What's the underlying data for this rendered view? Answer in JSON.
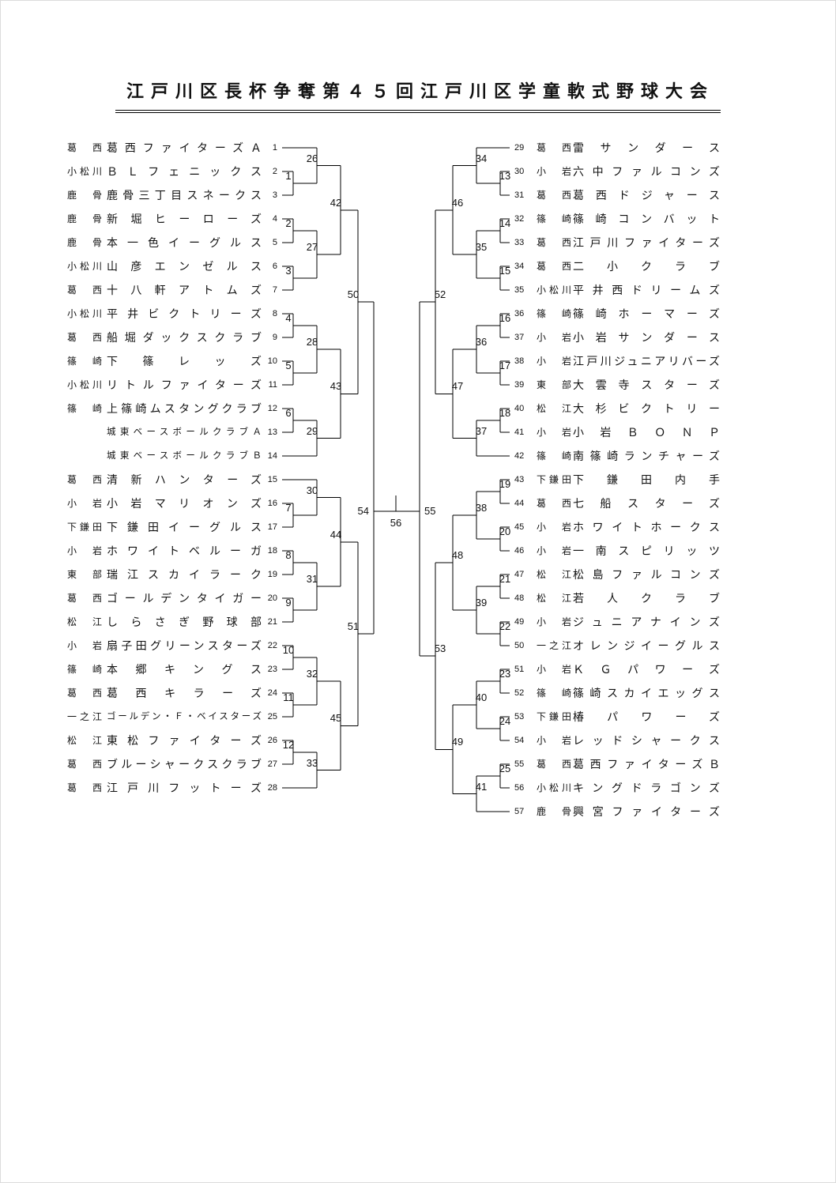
{
  "title": "江戸川区長杯争奪第４５回江戸川区学童軟式野球大会",
  "colors": {
    "ink": "#111111",
    "line": "#000000"
  },
  "teams": [
    {
      "seed": 1,
      "district": "葛西",
      "name": "葛西ファイターズＡ"
    },
    {
      "seed": 2,
      "district": "小松川",
      "name": "ＢＬフェニックス"
    },
    {
      "seed": 3,
      "district": "鹿骨",
      "name": "鹿骨三丁目スネークス"
    },
    {
      "seed": 4,
      "district": "鹿骨",
      "name": "新堀ヒーローズ"
    },
    {
      "seed": 5,
      "district": "鹿骨",
      "name": "本一色イーグルス"
    },
    {
      "seed": 6,
      "district": "小松川",
      "name": "山彦エンゼルス"
    },
    {
      "seed": 7,
      "district": "葛西",
      "name": "十八軒アトムズ"
    },
    {
      "seed": 8,
      "district": "小松川",
      "name": "平井ビクトリーズ"
    },
    {
      "seed": 9,
      "district": "葛西",
      "name": "船堀ダックスクラブ"
    },
    {
      "seed": 10,
      "district": "篠崎",
      "name": "下篠レッズ"
    },
    {
      "seed": 11,
      "district": "小松川",
      "name": "リトルファイターズ"
    },
    {
      "seed": 12,
      "district": "篠崎",
      "name": "上篠崎ムスタングクラブ"
    },
    {
      "seed": 13,
      "district": "",
      "name": "城東ベースボールクラブＡ"
    },
    {
      "seed": 14,
      "district": "",
      "name": "城東ベースボールクラブＢ"
    },
    {
      "seed": 15,
      "district": "葛西",
      "name": "清新ハンターズ"
    },
    {
      "seed": 16,
      "district": "小岩",
      "name": "小岩マリオンズ"
    },
    {
      "seed": 17,
      "district": "下鎌田",
      "name": "下鎌田イーグルス"
    },
    {
      "seed": 18,
      "district": "小岩",
      "name": "ホワイトベルーガ"
    },
    {
      "seed": 19,
      "district": "東部",
      "name": "瑞江スカイラーク"
    },
    {
      "seed": 20,
      "district": "葛西",
      "name": "ゴールデンタイガー"
    },
    {
      "seed": 21,
      "district": "松江",
      "name": "しらさぎ野球部"
    },
    {
      "seed": 22,
      "district": "小岩",
      "name": "扇子田グリーンスターズ"
    },
    {
      "seed": 23,
      "district": "篠崎",
      "name": "本郷キングス"
    },
    {
      "seed": 24,
      "district": "葛西",
      "name": "葛西キラーズ"
    },
    {
      "seed": 25,
      "district": "一之江",
      "name": "ゴールデン・Ｆ・ベイスターズ"
    },
    {
      "seed": 26,
      "district": "松江",
      "name": "東松ファイターズ"
    },
    {
      "seed": 27,
      "district": "葛西",
      "name": "ブルーシャークスクラブ"
    },
    {
      "seed": 28,
      "district": "葛西",
      "name": "江戸川フットーズ"
    },
    {
      "seed": 29,
      "district": "葛西",
      "name": "雷サンダース"
    },
    {
      "seed": 30,
      "district": "小岩",
      "name": "六中ファルコンズ"
    },
    {
      "seed": 31,
      "district": "葛西",
      "name": "葛西ドジャース"
    },
    {
      "seed": 32,
      "district": "篠崎",
      "name": "篠崎コンバット"
    },
    {
      "seed": 33,
      "district": "葛西",
      "name": "江戸川ファイターズ"
    },
    {
      "seed": 34,
      "district": "葛西",
      "name": "二小クラブ"
    },
    {
      "seed": 35,
      "district": "小松川",
      "name": "平井西ドリームズ"
    },
    {
      "seed": 36,
      "district": "篠崎",
      "name": "篠崎ホーマーズ"
    },
    {
      "seed": 37,
      "district": "小岩",
      "name": "小岩サンダース"
    },
    {
      "seed": 38,
      "district": "小岩",
      "name": "江戸川ジュニアリバーズ"
    },
    {
      "seed": 39,
      "district": "東部",
      "name": "大雲寺スターズ"
    },
    {
      "seed": 40,
      "district": "松江",
      "name": "大杉ビクトリー"
    },
    {
      "seed": 41,
      "district": "小岩",
      "name": "小岩ＢＯＮＰ"
    },
    {
      "seed": 42,
      "district": "篠崎",
      "name": "南篠崎ランチャーズ"
    },
    {
      "seed": 43,
      "district": "下鎌田",
      "name": "下鎌田内手"
    },
    {
      "seed": 44,
      "district": "葛西",
      "name": "七船スターズ"
    },
    {
      "seed": 45,
      "district": "小岩",
      "name": "ホワイトホークス"
    },
    {
      "seed": 46,
      "district": "小岩",
      "name": "一南スピリッツ"
    },
    {
      "seed": 47,
      "district": "松江",
      "name": "松島ファルコンズ"
    },
    {
      "seed": 48,
      "district": "松江",
      "name": "若人クラブ"
    },
    {
      "seed": 49,
      "district": "小岩",
      "name": "ジュニアナインズ"
    },
    {
      "seed": 50,
      "district": "一之江",
      "name": "オレンジイーグルス"
    },
    {
      "seed": 51,
      "district": "小岩",
      "name": "ＫＧパワーズ"
    },
    {
      "seed": 52,
      "district": "篠崎",
      "name": "篠崎スカイエッグス"
    },
    {
      "seed": 53,
      "district": "下鎌田",
      "name": "椿パワーズ"
    },
    {
      "seed": 54,
      "district": "小岩",
      "name": "レッドシャークス"
    },
    {
      "seed": 55,
      "district": "葛西",
      "name": "葛西ファイターズＢ"
    },
    {
      "seed": 56,
      "district": "小松川",
      "name": "キングドラゴンズ"
    },
    {
      "seed": 57,
      "district": "鹿骨",
      "name": "興宮ファイターズ"
    }
  ],
  "bracket": {
    "final_match": 56,
    "left": [
      54,
      [
        50,
        [
          42,
          [
            26,
            1,
            [
              1,
              2,
              3
            ]
          ],
          [
            27,
            [
              2,
              4,
              5
            ],
            [
              3,
              6,
              7
            ]
          ]
        ],
        [
          43,
          [
            28,
            [
              4,
              8,
              9
            ],
            [
              5,
              10,
              11
            ]
          ],
          [
            29,
            [
              6,
              12,
              13
            ],
            14
          ]
        ]
      ],
      [
        51,
        [
          44,
          [
            30,
            15,
            [
              7,
              16,
              17
            ]
          ],
          [
            31,
            [
              8,
              18,
              19
            ],
            [
              9,
              20,
              21
            ]
          ]
        ],
        [
          45,
          [
            32,
            [
              10,
              22,
              23
            ],
            [
              11,
              24,
              25
            ]
          ],
          [
            33,
            [
              12,
              26,
              27
            ],
            28
          ]
        ]
      ]
    ],
    "right": [
      55,
      [
        52,
        [
          46,
          [
            34,
            29,
            [
              13,
              30,
              31
            ]
          ],
          [
            35,
            [
              14,
              32,
              33
            ],
            [
              15,
              34,
              35
            ]
          ]
        ],
        [
          47,
          [
            36,
            [
              16,
              36,
              37
            ],
            [
              17,
              38,
              39
            ]
          ],
          [
            37,
            [
              18,
              40,
              41
            ],
            42
          ]
        ]
      ],
      [
        53,
        [
          48,
          [
            38,
            [
              19,
              43,
              44
            ],
            [
              20,
              45,
              46
            ]
          ],
          [
            39,
            [
              21,
              47,
              48
            ],
            [
              22,
              49,
              50
            ]
          ]
        ],
        [
          49,
          [
            40,
            [
              23,
              51,
              52
            ],
            [
              24,
              53,
              54
            ]
          ],
          [
            41,
            [
              25,
              55,
              56
            ],
            57
          ]
        ]
      ]
    ]
  }
}
